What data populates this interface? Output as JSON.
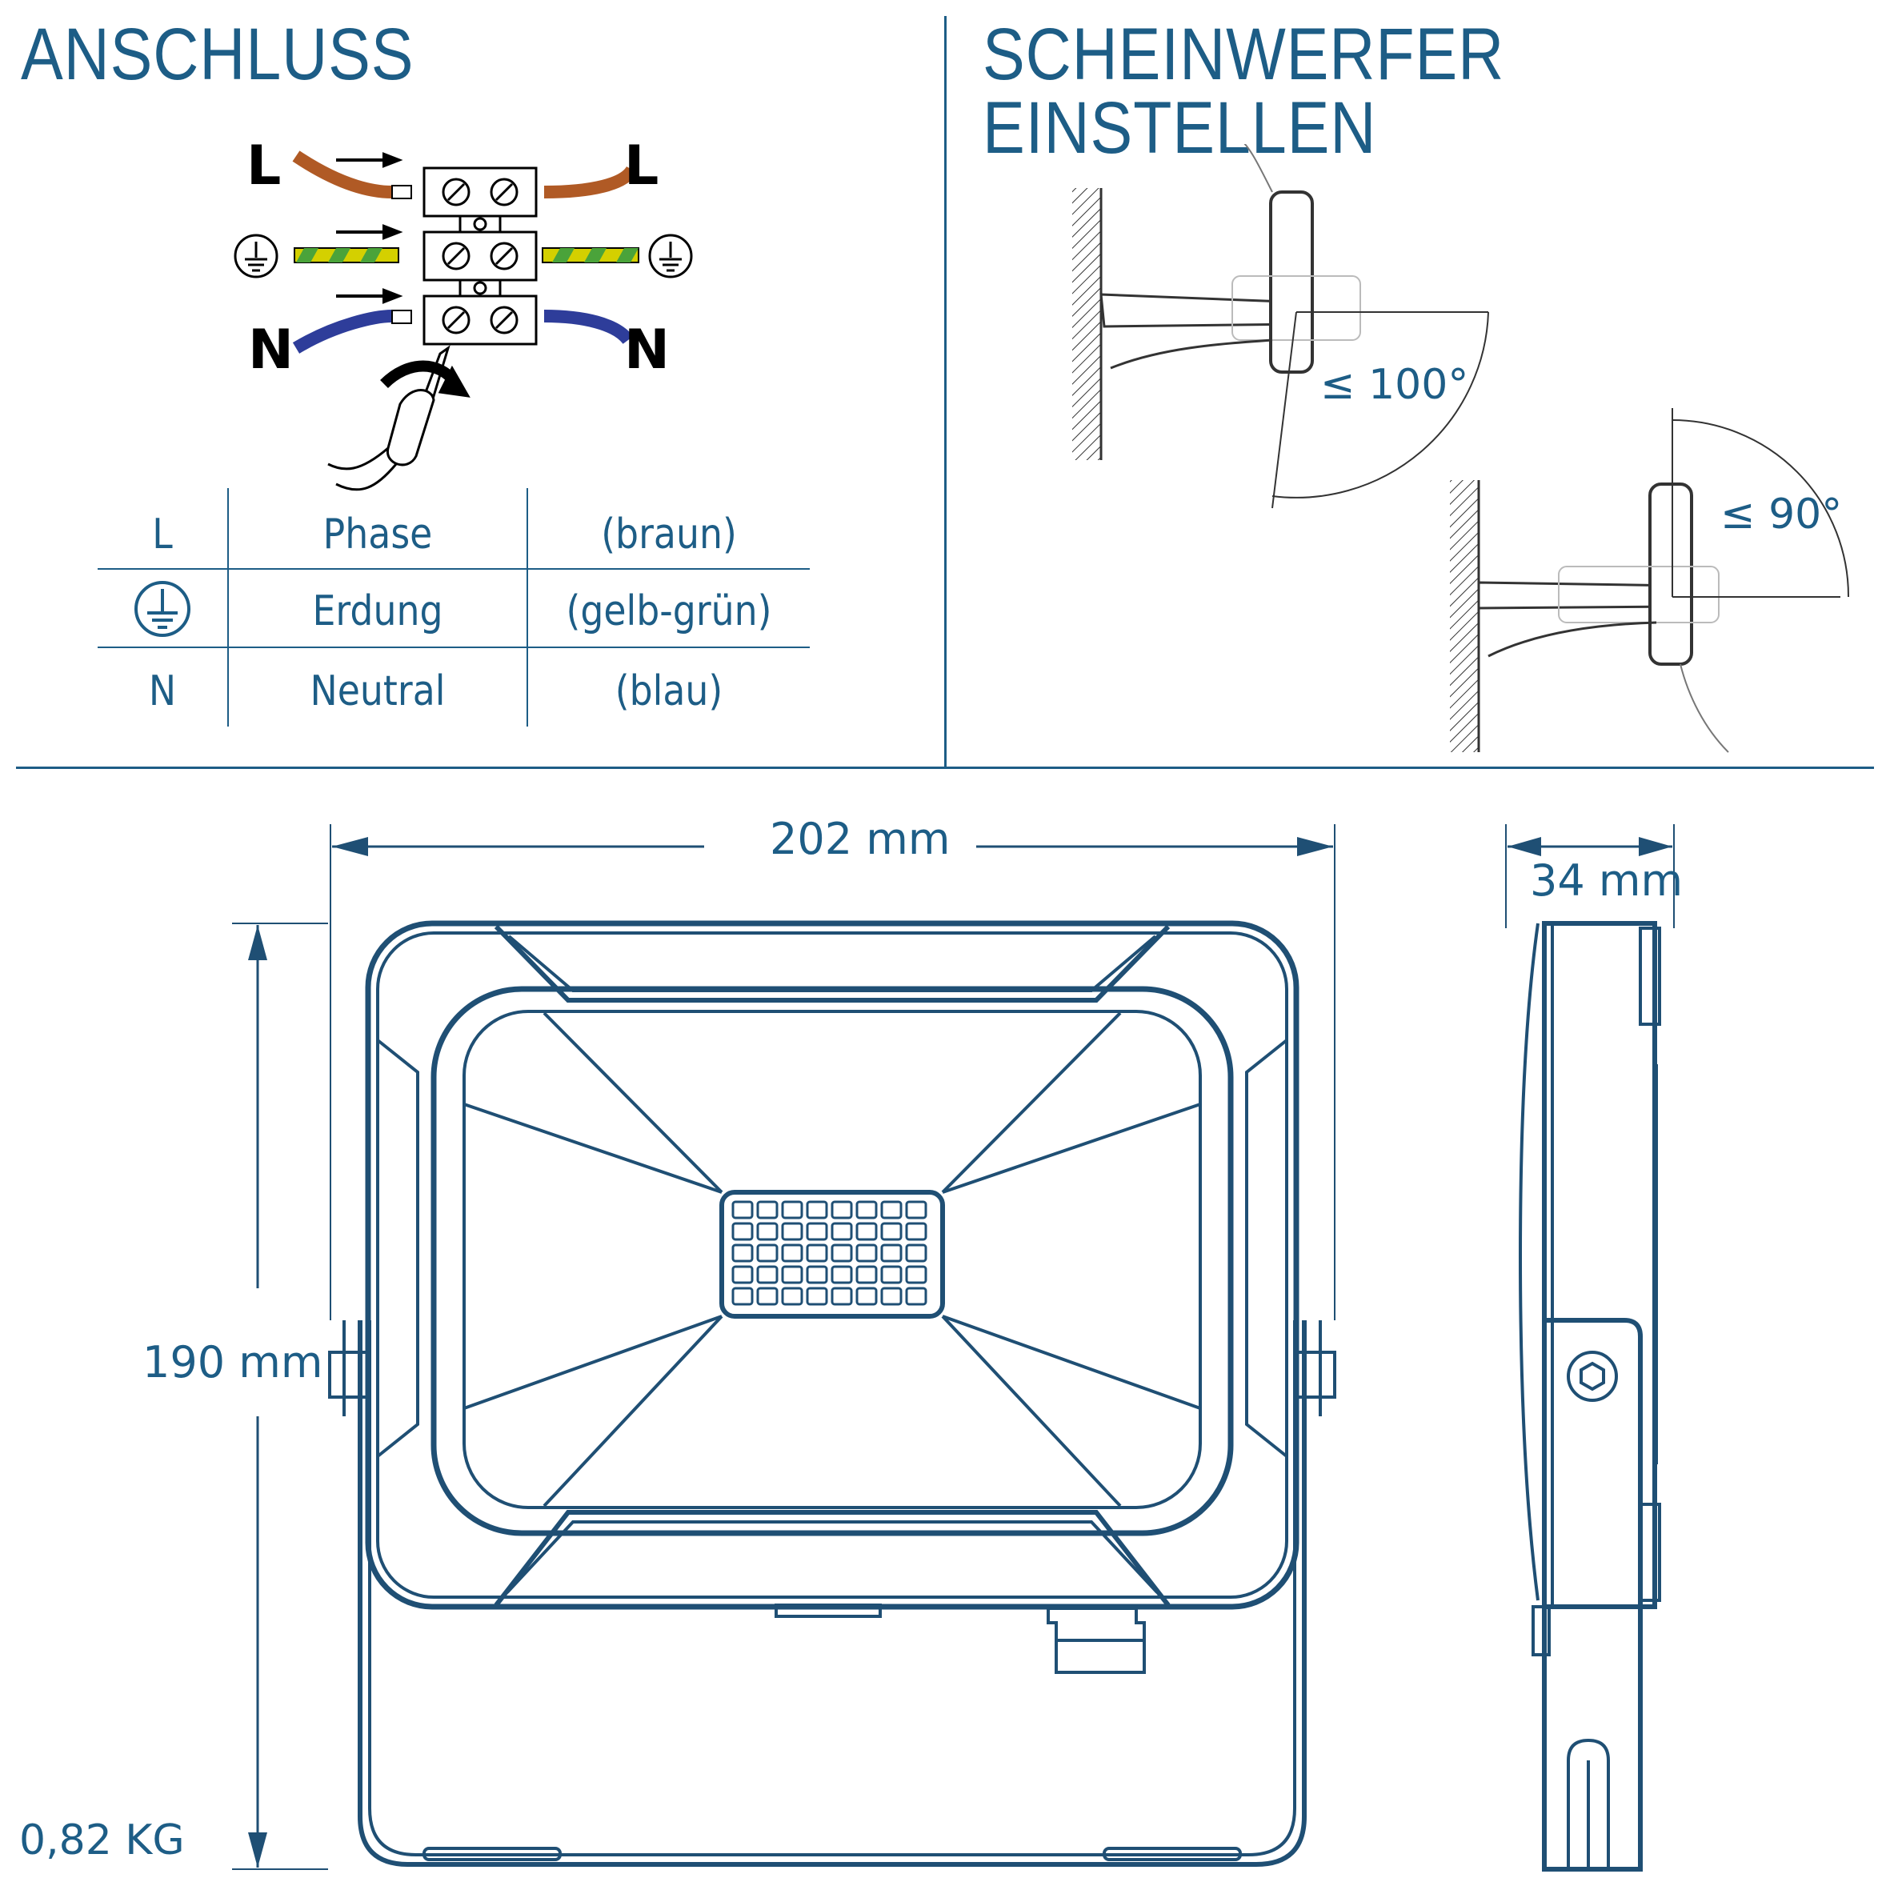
{
  "sections": {
    "connection_title": "ANSCHLUSS",
    "adjust_title": "SCHEINWERFER EINSTELLEN"
  },
  "wiring": {
    "left_labels": {
      "phase": "L",
      "neutral": "N"
    },
    "right_labels": {
      "phase": "L",
      "neutral": "N"
    },
    "wire_colors": {
      "phase": "#b05a25",
      "earth_yellow": "#d4d000",
      "earth_green": "#4aa33a",
      "neutral": "#2e3d9a"
    }
  },
  "legend_table": {
    "rows": [
      {
        "symbol": "L",
        "name": "Phase",
        "color": "(braun)"
      },
      {
        "symbol": "earth-symbol",
        "name": "Erdung",
        "color": "(gelb-grün)"
      },
      {
        "symbol": "N",
        "name": "Neutral",
        "color": "(blau)"
      }
    ]
  },
  "angles": {
    "tilt_up": "≤ 100°",
    "tilt_down": "≤ 90°"
  },
  "dimensions": {
    "width": "202 mm",
    "height": "190 mm",
    "depth": "34 mm",
    "weight": "0,82 KG"
  },
  "colors": {
    "accent": "#1d5d86",
    "line_art": "#1f4f74"
  }
}
